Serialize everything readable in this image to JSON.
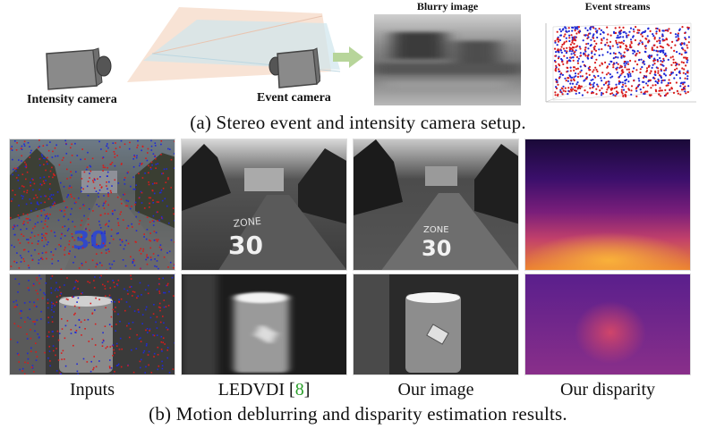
{
  "setup": {
    "intensity_camera_label": "Intensity camera",
    "event_camera_label": "Event camera",
    "blurry_image_title": "Blurry image",
    "event_streams_title": "Event streams",
    "caption_a": "(a) Stereo event and intensity camera setup."
  },
  "results": {
    "column_labels": {
      "inputs": "Inputs",
      "ledvdi_prefix": "LEDVDI [",
      "ledvdi_cite": "8",
      "ledvdi_suffix": "]",
      "our_image": "Our image",
      "our_disparity": "Our disparity"
    },
    "caption_b": "(b) Motion deblurring and disparity estimation results.",
    "panel_text": {
      "zone": "ZONE",
      "speed": "30"
    }
  },
  "colors": {
    "event_positive": "#d81b1b",
    "event_negative": "#1f2ad6",
    "cite_green": "#2ca02c",
    "arrow_green": "#b7d59a"
  }
}
